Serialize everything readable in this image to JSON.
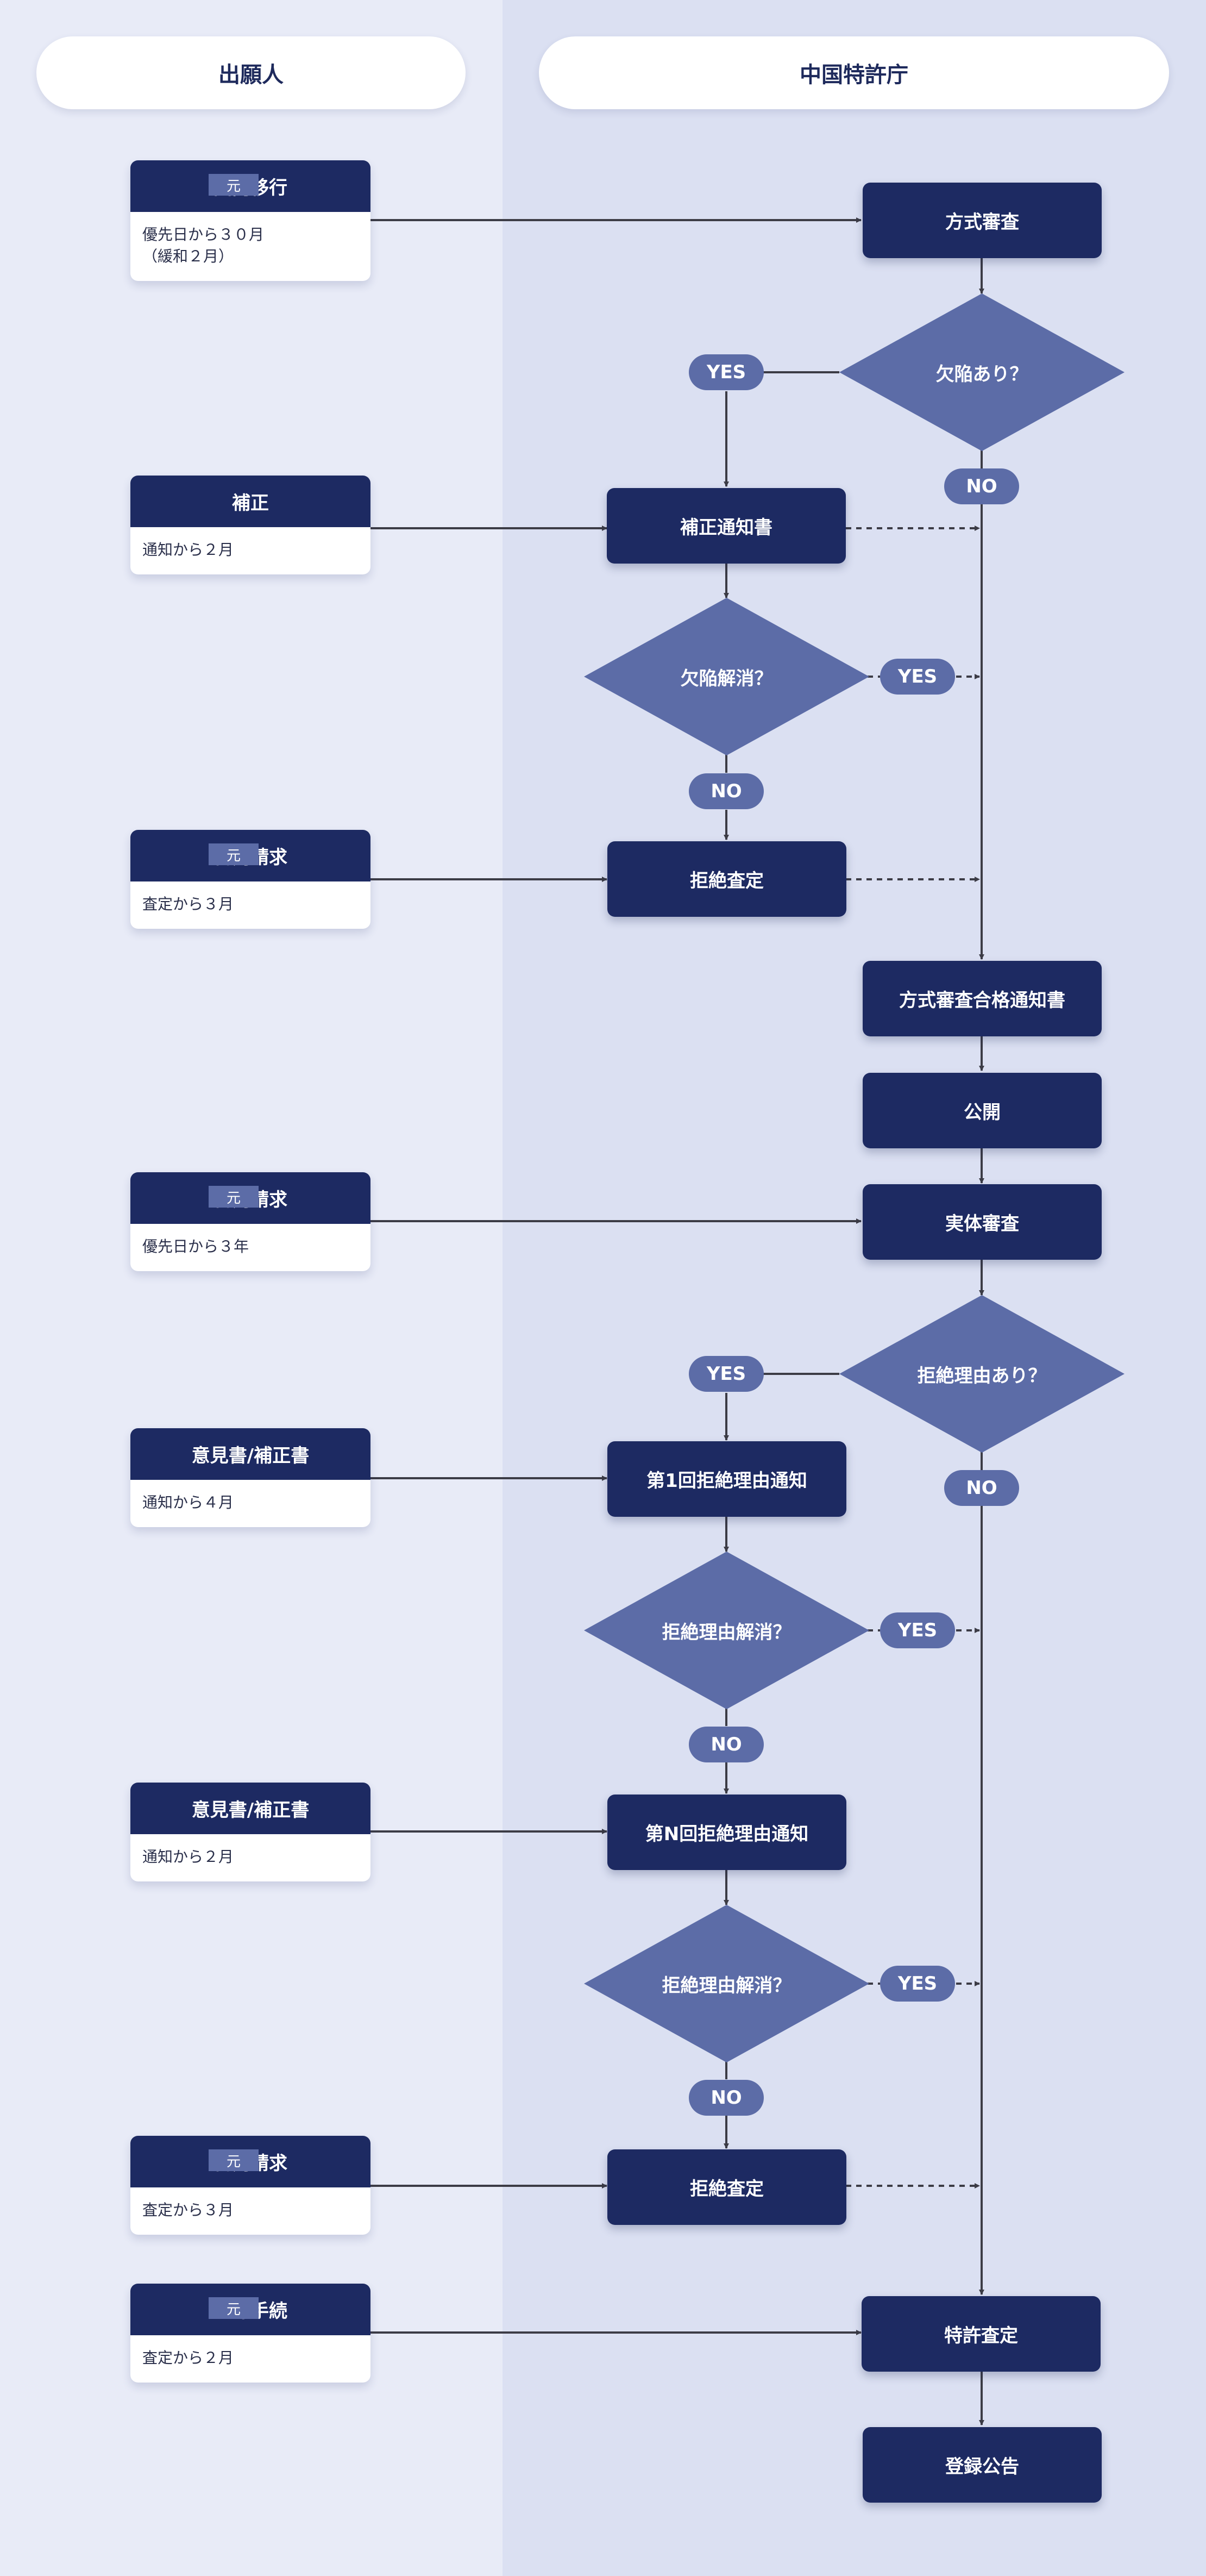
{
  "lanes": {
    "applicant": "出願人",
    "office": "中国特許庁"
  },
  "applicant_steps": [
    {
      "title": "国内移行",
      "note": "優先日から３０月\n（緩和２月）",
      "tag": "元"
    },
    {
      "title": "補正",
      "note": "通知から２月",
      "tag": ""
    },
    {
      "title": "審判請求",
      "note": "査定から３月",
      "tag": "元"
    },
    {
      "title": "審判請求",
      "note": "優先日から３年",
      "tag": "元"
    },
    {
      "title": "意見書/補正書",
      "note": "通知から４月",
      "tag": ""
    },
    {
      "title": "意見書/補正書",
      "note": "通知から２月",
      "tag": ""
    },
    {
      "title": "審判請求",
      "note": "査定から３月",
      "tag": "元"
    },
    {
      "title": "登録手続",
      "note": "査定から２月",
      "tag": "元"
    }
  ],
  "office_steps": {
    "formal_exam": "方式審査",
    "defect_q": "欠陥あり？",
    "correction_notice": "補正通知書",
    "defect_resolved_q": "欠陥解消？",
    "rejection_1": "拒絶査定",
    "formal_pass_notice": "方式審査合格通知書",
    "publication": "公開",
    "substantive_exam": "実体審査",
    "reason_q": "拒絶理由あり？",
    "first_notice": "第1回拒絶理由通知",
    "reason_resolved_q1": "拒絶理由解消？",
    "nth_notice": "第N回拒絶理由通知",
    "reason_resolved_q2": "拒絶理由解消？",
    "rejection_2": "拒絶査定",
    "grant": "特許査定",
    "registration": "登録公告"
  },
  "answers": {
    "yes": "YES",
    "no": "NO"
  },
  "colors": {
    "box": "#1d2a62",
    "diamond": "#5c6ca7",
    "arrow": "#3c3c46"
  }
}
